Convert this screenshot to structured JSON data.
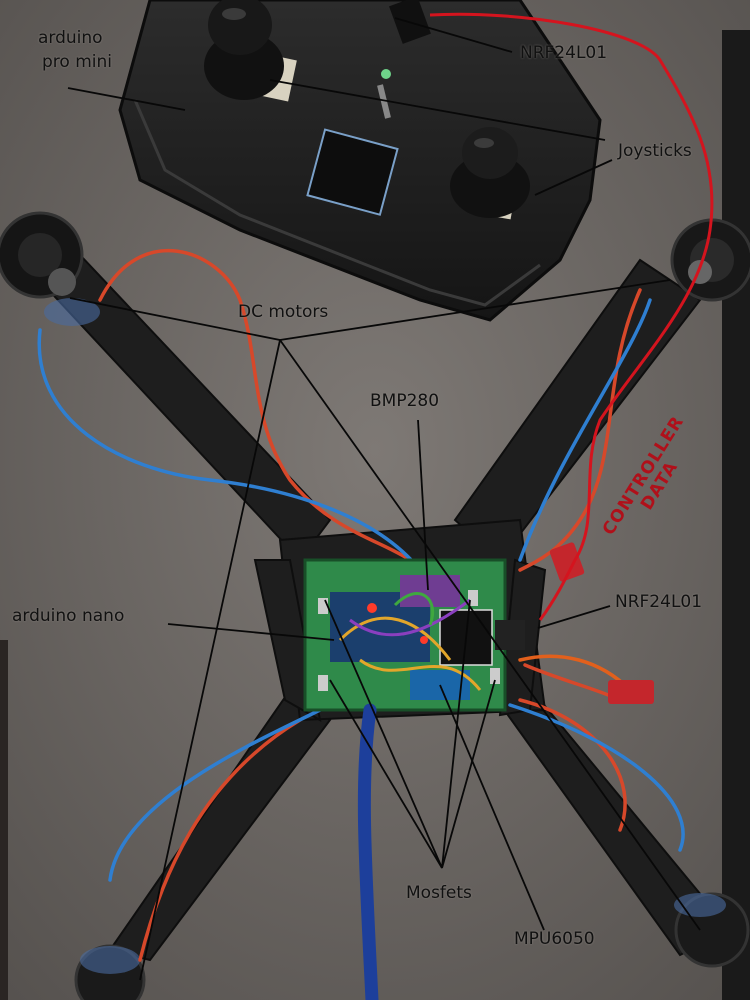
{
  "labels": {
    "arduino_pro_mini_line1": "arduino",
    "arduino_pro_mini_line2": "pro mini",
    "nrf24l01_controller": "NRF24L01",
    "joysticks": "Joysticks",
    "dc_motors": "DC motors",
    "bmp280": "BMP280",
    "controller_data_line1": "CONTROLLER",
    "controller_data_line2": "DATA",
    "nrf24l01_drone": "NRF24L01",
    "arduino_nano": "arduino nano",
    "mosfets": "Mosfets",
    "mpu6050": "MPU6050"
  },
  "colors": {
    "surface": "#6e6a66",
    "frame": "#1f1f1f",
    "perfboard": "#2f8a4a",
    "annotation_red": "#d4141e",
    "wire_red": "#d7482a",
    "wire_blue": "#2f7fd1",
    "cable_blue": "#1d3f9b",
    "label_text": "#111111"
  }
}
